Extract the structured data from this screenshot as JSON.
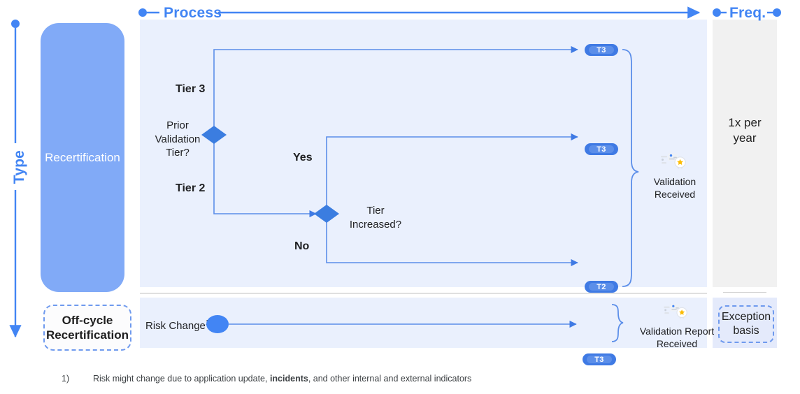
{
  "axes": {
    "vertical_label": "Type",
    "horizontal_process_label": "Process",
    "horizontal_freq_label": "Freq."
  },
  "type_column": {
    "main_label": "Recertification",
    "offcycle_label": "Off-cycle\nRecertification",
    "offcycle_line1": "Off-cycle",
    "offcycle_line2": "Recertification"
  },
  "frequency_column": {
    "main_line1": "1x per",
    "main_line2": "year",
    "offcycle_line1": "Exception",
    "offcycle_line2": "basis"
  },
  "process_main": {
    "start_label_line1": "Prior",
    "start_label_line2": "Validation",
    "start_label_line3": "Tier?",
    "branch_tier3": "Tier 3",
    "branch_tier2": "Tier 2",
    "decision2_line1": "Tier",
    "decision2_line2": "Increased?",
    "decision2_yes": "Yes",
    "decision2_no": "No",
    "badge_top": "T3",
    "badge_middle": "T3",
    "badge_bottom": "T2",
    "outcome_line1": "Validation",
    "outcome_line2": "Received",
    "outcome_icon": "award-badge-icon"
  },
  "process_offcycle": {
    "start_label": "Risk Change",
    "start_superscript": "1",
    "badge": "T3",
    "outcome_line1": "Validation Report",
    "outcome_line2": "Received",
    "outcome_icon": "award-badge-icon"
  },
  "footnote": {
    "number": "1)",
    "text_part1": "Risk might change due to application update, ",
    "text_bold": "incidents",
    "text_part2": ", and other internal and external indicators"
  },
  "colors": {
    "accent_blue": "#4285f4",
    "line_blue": "#5b8ee9",
    "diamond_blue": "#3b7de0",
    "block_blue": "#81aaf7",
    "panel_process_bg": "#eaf0fd",
    "panel_freq_bg": "#f1f1f1",
    "panel_freq_off_bg": "#e4eafb",
    "badge_blue": "#3f7ae4",
    "star_yellow": "#fbbc04",
    "text_dark": "#202124"
  }
}
